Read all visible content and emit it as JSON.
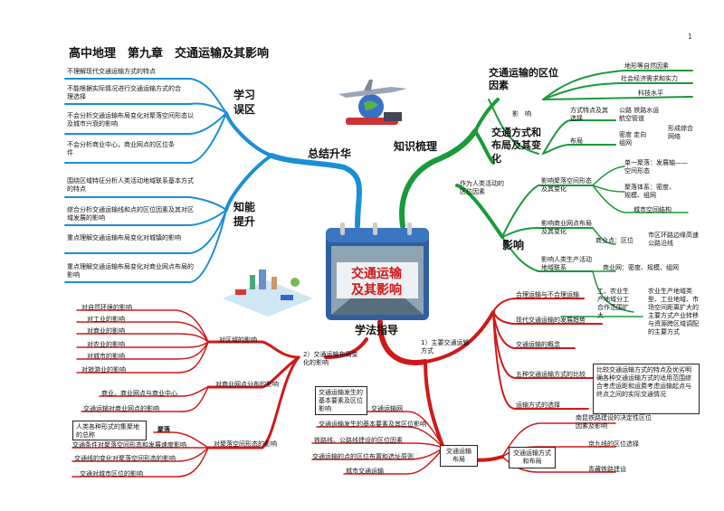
{
  "page_number": "1",
  "title": "高中地理　第九章　交通运输及其影响",
  "center": {
    "line1": "交通运输",
    "line2": "及其影响"
  },
  "colors": {
    "blue": "#1b8fd6",
    "green": "#1a9a3a",
    "red": "#d01818"
  },
  "summary": {
    "label": "总结升华",
    "mistakes": {
      "label_line1": "学习",
      "label_line2": "误区",
      "items": [
        "不理解现代交通运输方式的特点",
        "不能根据实际情况进行交通运输方式的合理选择",
        "不会分析交通运输布局变化对聚落空间形态以及城市兴衰的影响",
        "不会分析商业中心，商业网点的区位条件"
      ]
    },
    "skills": {
      "label_line1": "知能",
      "label_line2": "提升",
      "items": [
        "围绕区域特征分析人类活动地域联系基本方式的特点",
        "综合分析交通运输线和点的区位因素及其对区域发展的影响",
        "重点理解交通运输布局变化对城镇的影响",
        "重点理解交通运输布局变化对商业网点布局的影响"
      ]
    }
  },
  "knowledge": {
    "label": "知识梳理",
    "location_factors": {
      "label": "交通运输的区位因素",
      "items": [
        "地形等自然因素",
        "社会经济需求和实力",
        "科技水平"
      ]
    },
    "influence_word": "影　响",
    "modes": {
      "label": "交通方式和布局及其变化",
      "choice": "方式特点及其选择",
      "choice_items": "公路 铁路水运 航空管道",
      "layout": "布局",
      "layout_items": "密度 走向组网",
      "form_network": "形成综合网络"
    },
    "factor_box": "作为人类活动的区位因素",
    "impact": "影响",
    "settlement": {
      "label": "影响聚落空间形态及其变化",
      "single": "单一聚落：发展轴——空间形态",
      "group": "聚落体系：密度、规模、组网",
      "urban": "城市空间结构"
    },
    "commerce": {
      "label": "影响商业网点布局及其变化",
      "center": "商业点：区位",
      "center_detail": "市区环路边缘高速公路沿线",
      "network": "商业网：密度、规模、组网"
    },
    "production": {
      "label": "影响人类生产活动地域联系",
      "sub": "工、农业生产地域分工合作范围扩大",
      "detail": "农业生产地域类型、工业地域、市场空间距离扩大的主要方式产业转移与资源跨区域调配的主要方式"
    }
  },
  "method": {
    "label": "学法指导",
    "main_modes": {
      "label": "1）主要交通运输方式",
      "items": [
        "合理运输与不合理运输",
        "现代交通运输的发展趋势",
        "交通运输的概念",
        "五种交通运输方式的比较",
        "运输方式的选择"
      ],
      "compare_box": "比较交通运输方式的特点及优劣明确各种交通运输方式的适用范围综合考虑运距和运费考虑运输起点与终点之间的实际交通情况"
    },
    "layout_impact": {
      "label": "2）交通运输布局变化的影响",
      "regional": {
        "label": "对区域的影响",
        "items": [
          "对自然环境的影响",
          "对工业的影响",
          "对商业的影响",
          "对农业的影响",
          "对城市的影响",
          "对旅游业的影响"
        ]
      },
      "commerce": {
        "label": "对商业网点分布的影响",
        "items": [
          "商业、商业网点与商业中心",
          "交通运输对商业网点的影响"
        ]
      },
      "settlement": {
        "label": "对聚落空间形态的影响",
        "settlement_word": "聚落",
        "box": "人类各种形式的集聚地的总称",
        "items": [
          "交通条件对聚落空间形态和发展速度影响",
          "交通线的变化对聚落空间形态的影响",
          "交通对城市区位的影响"
        ]
      }
    },
    "transport_layout": {
      "label": "交通运输布局",
      "box": "交通运输发生的基本要素及区位影响",
      "items": [
        "交通运输网",
        "交通运输发生的基本要素及其区位影响",
        "铁路线、公路线建设的区位因素",
        "交通运输的点的区位布置和选址原则",
        "城市交通运输"
      ]
    },
    "mode_layout": {
      "label": "交通运输方式和布局",
      "items": [
        "南昆铁路建设的决定性区位因素及影响",
        "京九线的区位选择",
        "青藏铁路建设"
      ]
    }
  }
}
